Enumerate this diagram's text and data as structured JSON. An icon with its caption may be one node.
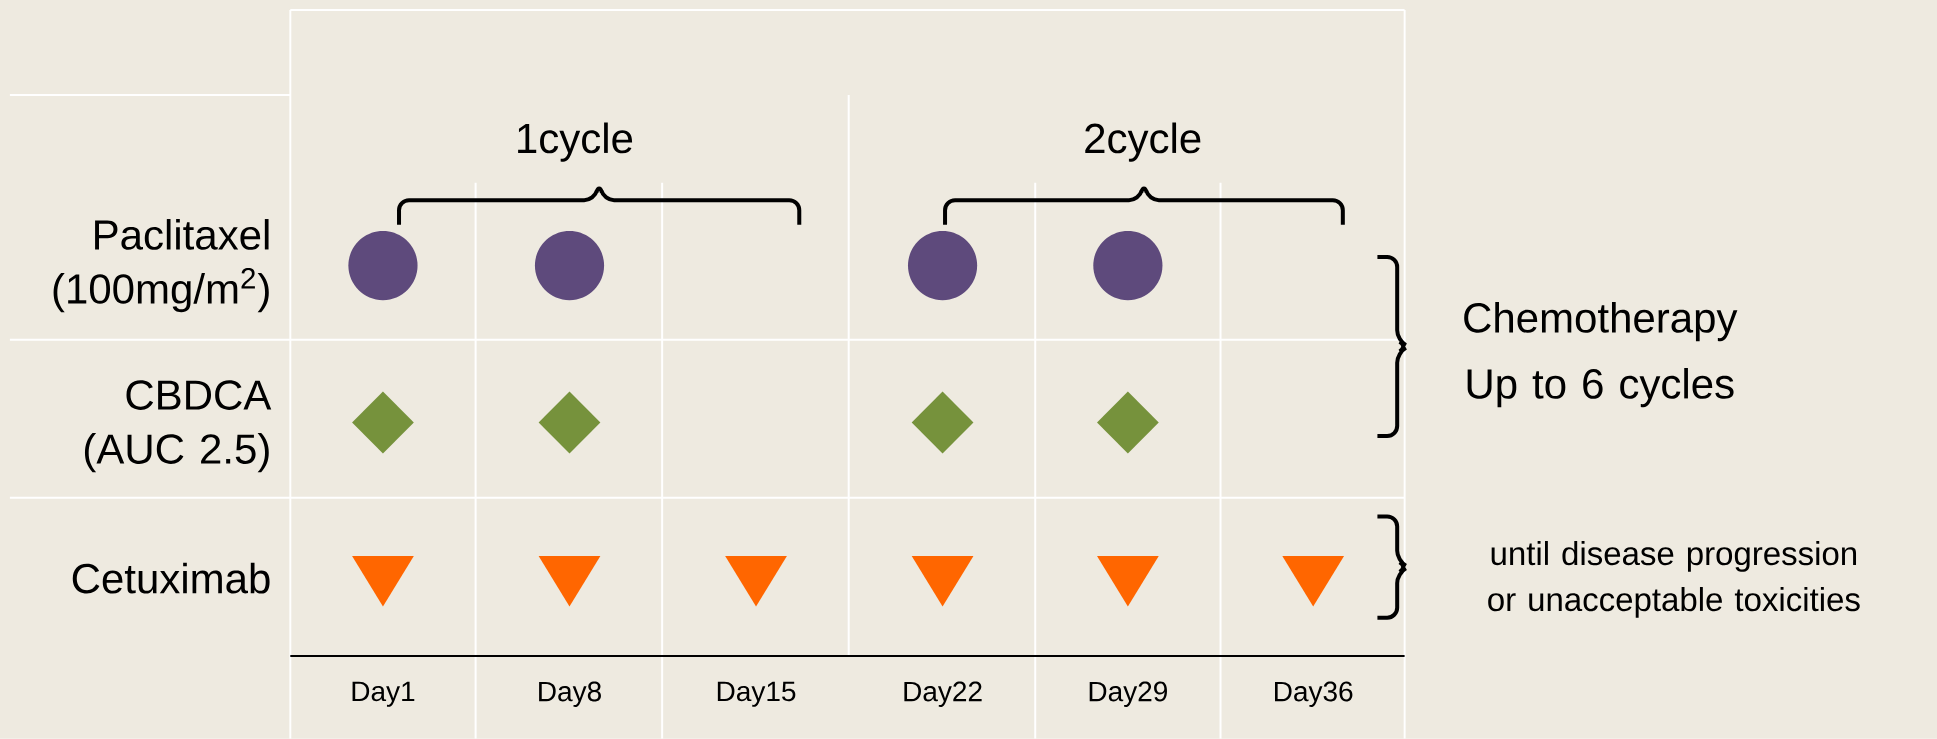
{
  "diagram": {
    "labels": [
      "1cycle",
      "2cycle",
      "Paclitaxel (100mg/m$^{2}$)",
      "Chemotherapy Up to 6 cycles",
      "CBDCA (AUC 2.5)",
      "Cetuximab",
      "until disease progression or unacceptable toxicities",
      "Day1",
      "Day8",
      "Day15",
      "Day22",
      "Day29",
      "Day36"
    ]
  }
}
